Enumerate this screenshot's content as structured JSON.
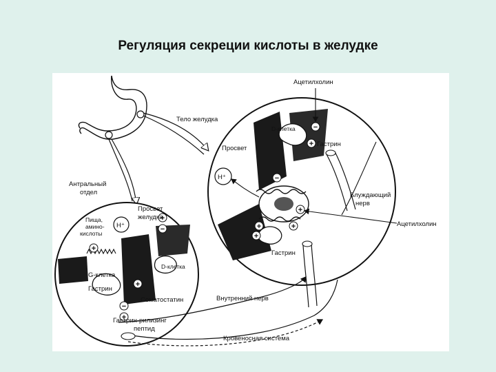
{
  "slide": {
    "title": "Регуляция секреции кислоты в желудке"
  },
  "diagram": {
    "labels": {
      "acetylcholine_top": "Ацетилхолин",
      "stomach_body": "Тело желудка",
      "d_cell_top": "D-клетка",
      "gastrin_top": "Гастрин",
      "lumen_top": "Просвет",
      "h_plus_top": "H⁺",
      "vagus_line1": "Блуждающий",
      "vagus_line2": "нерв",
      "acetylcholine_right": "Ацетилхолин",
      "gastrin_mid": "Гастрин",
      "antrum_line1": "Антральный",
      "antrum_line2": "отдел",
      "food_line1": "Пища,",
      "food_line2": "амино-",
      "food_line3": "кислоты",
      "h_plus_left": "H⁺",
      "lumen_left_line1": "Просвет",
      "lumen_left_line2": "желудка",
      "d_cell_left": "D-клетка",
      "g_cell": "G-клетка",
      "gastrin_left": "Гастрин",
      "somatostatin": "Соматостатин",
      "inner_nerve": "Внутренний нерв",
      "grp_line1": "Гастрин-рилизинг",
      "grp_line2": "пептид",
      "circulation": "Кровеносная система"
    }
  }
}
